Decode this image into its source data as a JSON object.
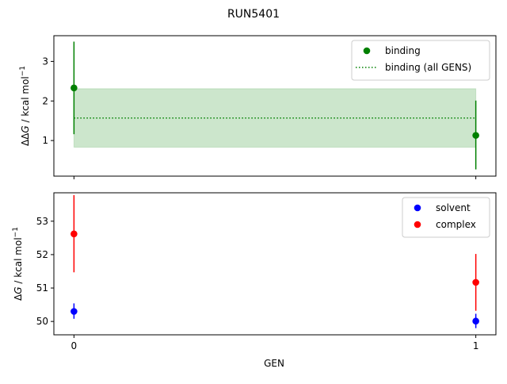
{
  "figure": {
    "title": "RUN5401",
    "xlabel": "GEN"
  },
  "chart_data": [
    {
      "type": "scatter",
      "ylabel_html": "ΔΔ<tspan font-style='italic'>G</tspan> / kcal mol<tspan baseline-shift='super' font-size='9'>−1</tspan>",
      "ylim": [
        0.1,
        3.65
      ],
      "yticks": [
        1,
        2,
        3
      ],
      "xlim": [
        -0.05,
        1.05
      ],
      "legend_position": "top-right",
      "series": [
        {
          "name": "binding",
          "color": "#008000",
          "points": [
            {
              "x": 0,
              "y": 2.33,
              "err_lo": 1.16,
              "err_hi": 3.5
            },
            {
              "x": 1,
              "y": 1.13,
              "err_lo": 0.27,
              "err_hi": 2.01
            }
          ]
        }
      ],
      "band": {
        "name": "binding (all GENS)",
        "color": "#008000",
        "fill_opacity": 0.2,
        "center": 1.57,
        "low": 0.83,
        "high": 2.31,
        "x_start": 0,
        "x_end": 1
      }
    },
    {
      "type": "scatter",
      "ylabel_html": "Δ<tspan font-style='italic'>G</tspan> / kcal mol<tspan baseline-shift='super' font-size='9'>−1</tspan>",
      "ylim": [
        49.6,
        53.85
      ],
      "yticks": [
        50,
        51,
        52,
        53
      ],
      "xlim": [
        -0.05,
        1.05
      ],
      "xticks": [
        0,
        1
      ],
      "legend_position": "top-right",
      "series": [
        {
          "name": "solvent",
          "color": "#0000ff",
          "points": [
            {
              "x": 0,
              "y": 50.3,
              "err_lo": 50.08,
              "err_hi": 50.54
            },
            {
              "x": 1,
              "y": 50.01,
              "err_lo": 49.8,
              "err_hi": 50.23
            }
          ]
        },
        {
          "name": "complex",
          "color": "#ff0000",
          "points": [
            {
              "x": 0,
              "y": 52.62,
              "err_lo": 51.47,
              "err_hi": 53.78
            },
            {
              "x": 1,
              "y": 51.17,
              "err_lo": 50.32,
              "err_hi": 52.02
            }
          ]
        }
      ]
    }
  ]
}
